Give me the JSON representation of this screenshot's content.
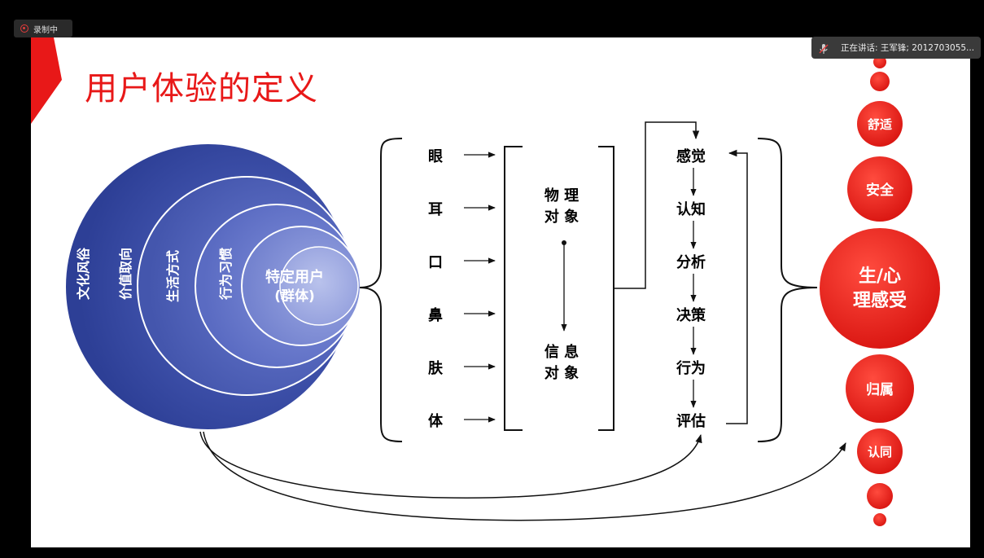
{
  "recording": {
    "label": "录制中"
  },
  "speaker": {
    "label": "正在讲话: 王军锋; 2012703055..."
  },
  "slide": {
    "title": "用户体验的定义",
    "circles": [
      "文化风俗",
      "价值取向",
      "生活方式",
      "行为习惯"
    ],
    "center_line1": "特定用户",
    "center_line2": "(群体)",
    "senses": [
      "眼",
      "耳",
      "口",
      "鼻",
      "肤",
      "体"
    ],
    "object1_line1": "物 理",
    "object1_line2": "对 象",
    "object2_line1": "信 息",
    "object2_line2": "对 象",
    "process": [
      "感觉",
      "认知",
      "分析",
      "决策",
      "行为",
      "评估"
    ],
    "feeling_line1": "生/心",
    "feeling_line2": "理感受",
    "needs": [
      "舒适",
      "安全",
      "归属",
      "认同"
    ]
  },
  "colors": {
    "accent": "#e81818",
    "circle_dark": "#3346a0",
    "circle_light": "#a8b2de"
  }
}
